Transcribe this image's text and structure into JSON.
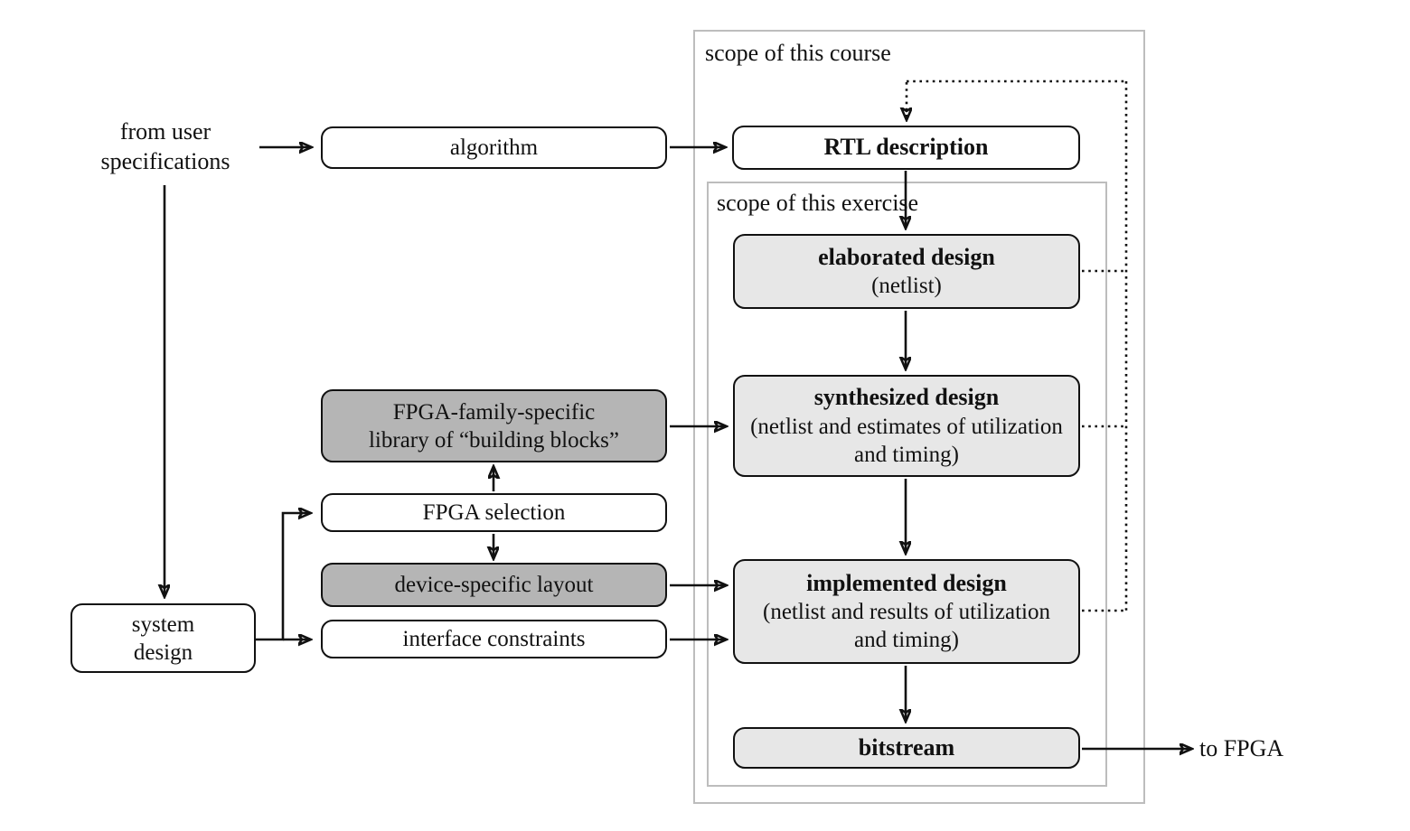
{
  "scopes": {
    "course_label": "scope of this course",
    "exercise_label": "scope of this exercise"
  },
  "labels": {
    "from_user_line1": "from user",
    "from_user_line2": "specifications",
    "to_fpga": "to FPGA"
  },
  "nodes": {
    "algorithm": {
      "label": "algorithm"
    },
    "rtl_description": {
      "label": "RTL description"
    },
    "elaborated_design": {
      "title": "elaborated design",
      "subtitle": "(netlist)"
    },
    "synthesized_design": {
      "title": "synthesized design",
      "subtitle": "(netlist and estimates of utilization and timing)"
    },
    "implemented_design": {
      "title": "implemented design",
      "subtitle": "(netlist and results of utilization and timing)"
    },
    "bitstream": {
      "label": "bitstream"
    },
    "fpga_library": {
      "line1": "FPGA-family-specific",
      "line2": "library of “building blocks”"
    },
    "fpga_selection": {
      "label": "FPGA selection"
    },
    "device_layout": {
      "label": "device-specific layout"
    },
    "interface_constraints": {
      "label": "interface constraints"
    },
    "system_design": {
      "line1": "system",
      "line2": "design"
    }
  },
  "colors": {
    "node_fill_light": "#e7e7e7",
    "node_fill_dark": "#b5b5b5",
    "node_fill_white": "#ffffff",
    "line_stroke": "#111111",
    "scope_border": "#bdbdbd"
  }
}
